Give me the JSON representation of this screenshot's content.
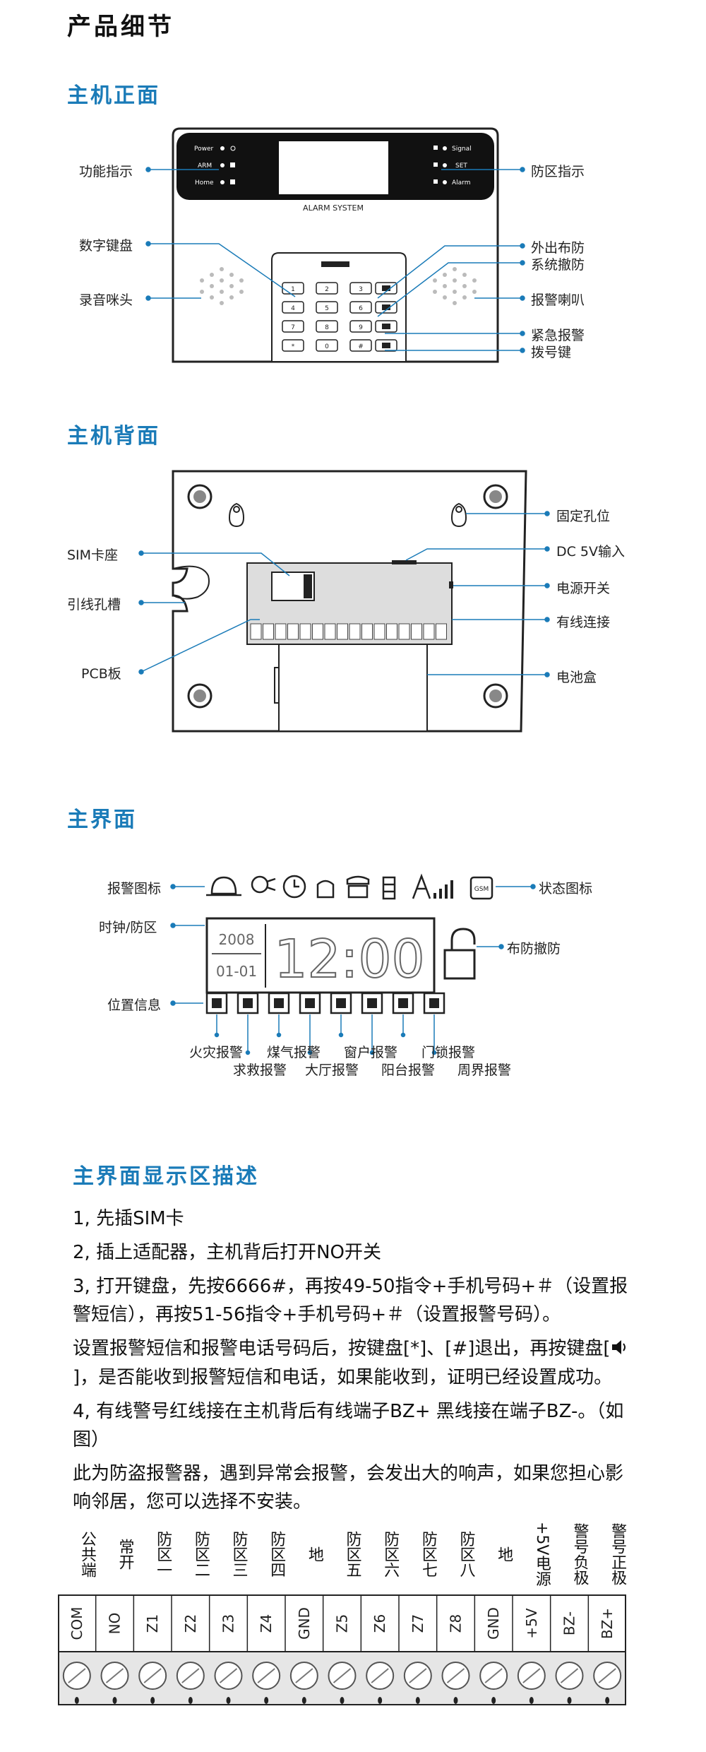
{
  "page_title": "产品细节",
  "front": {
    "heading": "主机正面",
    "panel_text": {
      "power": "Power",
      "arm": "ARM",
      "home": "Home",
      "signal": "Signal",
      "set": "SET",
      "alarm": "Alarm",
      "brand": "ALARM SYSTEM"
    },
    "keys": [
      "1",
      "2",
      "3",
      "4",
      "5",
      "6",
      "7",
      "8",
      "9",
      "*",
      "0",
      "#"
    ],
    "labels": {
      "func_indicator": "功能指示",
      "zone_indicator": "防区指示",
      "keypad": "数字键盘",
      "out_arm": "外出布防",
      "disarm": "系统撤防",
      "microphone": "录音咪头",
      "speaker": "报警喇叭",
      "emergency": "紧急报警",
      "dial_key": "拨号键"
    }
  },
  "back": {
    "heading": "主机背面",
    "labels": {
      "fix_hole": "固定孔位",
      "sim": "SIM卡座",
      "dc": "DC 5V输入",
      "power_switch": "电源开关",
      "wire_slot": "引线孔槽",
      "wired": "有线连接",
      "pcb": "PCB板",
      "battery": "电池盒"
    }
  },
  "ui": {
    "heading": "主界面",
    "labels": {
      "alarm_icon": "报警图标",
      "status_icon": "状态图标",
      "clock_zone": "时钟/防区",
      "arm_disarm": "布防撤防",
      "position": "位置信息"
    },
    "lcd": {
      "year": "2008",
      "date": "01-01",
      "time": "12:00",
      "gsm": "GSM"
    },
    "zones_top": [
      "火灾报警",
      "煤气报警",
      "窗户报警",
      "门锁报警"
    ],
    "zones_bottom": [
      "求救报警",
      "大厅报警",
      "阳台报警",
      "周界报警"
    ]
  },
  "desc": {
    "heading": "主界面显示区描述",
    "p1": "1, 先插SIM卡",
    "p2": "2, 插上适配器，主机背后打开NO开关",
    "p3": "3, 打开键盘，先按6666#，再按49-50指令+手机号码+＃（设置报警短信），再按51-56指令+手机号码+＃（设置报警号码）。",
    "p4a": "设置报警短信和报警电话号码后，按键盘[*]、[#]退出，再按键盘[",
    "p4b": "]，是否能收到报警短信和电话，如果能收到，证明已经设置成功。",
    "p5": "4, 有线警号红线接在主机背后有线端子BZ+ 黑线接在端子BZ-。（如图）",
    "p6": "此为防盗报警器，遇到异常会报警，会发出大的响声，如果您担心影响邻居，您可以选择不安装。"
  },
  "terminals": {
    "top_labels": [
      "公共端",
      "常开",
      "防区一",
      "防区二",
      "防区三",
      "防区四",
      "地",
      "防区五",
      "防区六",
      "防区七",
      "防区八",
      "地",
      "+5V电源",
      "警号负极",
      "警号正极"
    ],
    "codes": [
      "COM",
      "NO",
      "Z1",
      "Z2",
      "Z3",
      "Z4",
      "GND",
      "Z5",
      "Z6",
      "Z7",
      "Z8",
      "GND",
      "+5V",
      "BZ-",
      "BZ+"
    ]
  }
}
